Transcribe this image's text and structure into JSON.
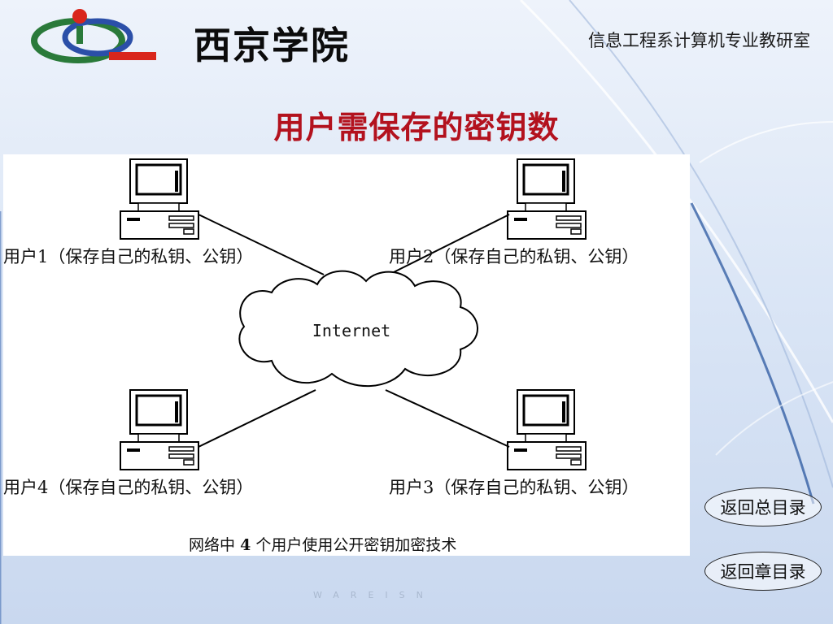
{
  "header": {
    "logo_text": "西京学院",
    "department": "信息工程系计算机专业教研室"
  },
  "slide": {
    "title": "用户需保存的密钥数"
  },
  "diagram": {
    "cloud_label": "Internet",
    "users": [
      "用户1（保存自己的私钥、公钥）",
      "用户2（保存自己的私钥、公钥）",
      "用户3（保存自己的私钥、公钥）",
      "用户4（保存自己的私钥、公钥）"
    ],
    "caption_prefix": "网络中",
    "caption_count": "4",
    "caption_suffix": "个用户使用公开密钥加密技术"
  },
  "nav": {
    "back_to_main": "返回总目录",
    "back_to_chapter": "返回章目录"
  },
  "watermark": "WAREISN"
}
